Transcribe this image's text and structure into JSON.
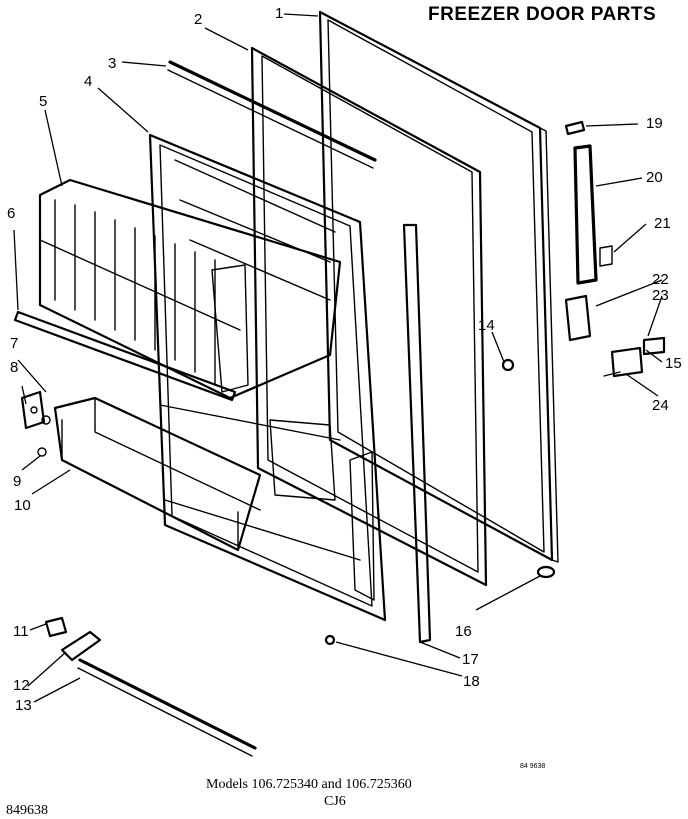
{
  "title": "FREEZER DOOR PARTS",
  "models_line": "Models 106.725340 and 106.725360",
  "sub_code": "CJ6",
  "doc_number": "849638",
  "small_code": "84 9638",
  "callouts": [
    "1",
    "2",
    "3",
    "4",
    "5",
    "6",
    "7",
    "8",
    "9",
    "10",
    "11",
    "12",
    "13",
    "14",
    "15",
    "16",
    "17",
    "18",
    "19",
    "20",
    "21",
    "22",
    "23",
    "24"
  ]
}
